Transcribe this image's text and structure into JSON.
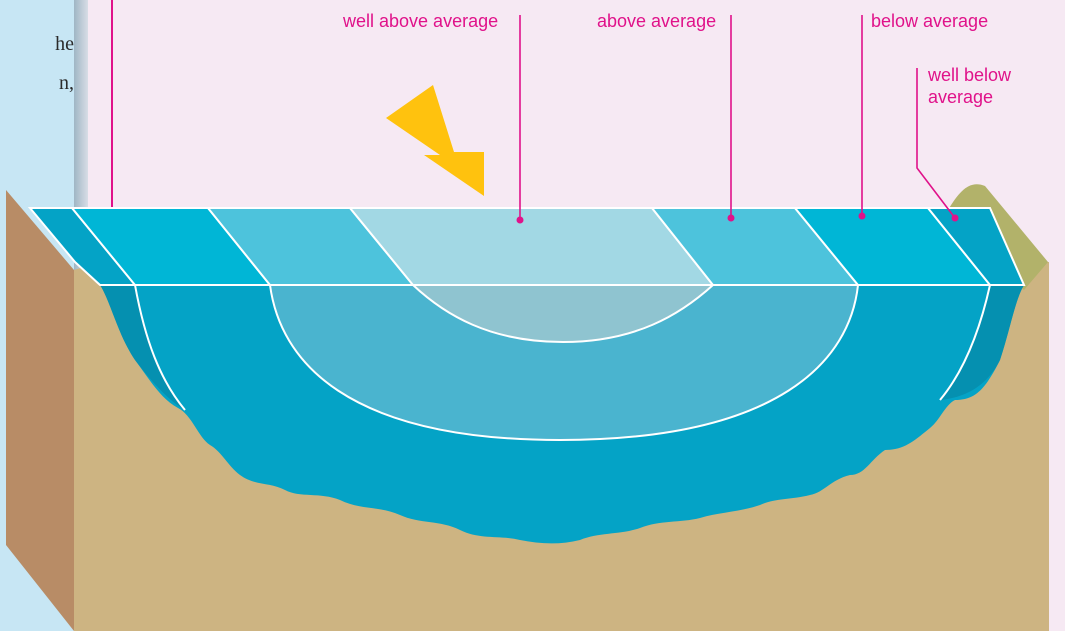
{
  "left_text": {
    "line1": "he",
    "line2": "n,"
  },
  "labels": {
    "well_above": "well above average",
    "above": "above average",
    "below": "below average",
    "well_below": "well below average"
  },
  "colors": {
    "leader": "#e0128a",
    "well_above": "#a2d8e4",
    "above": "#4dc3dc",
    "below": "#00b6d6",
    "well_below": "#04a3c6",
    "earth": "#cdb482",
    "earth_side": "#b88c66",
    "sun_arrow": "#ffc20e"
  }
}
